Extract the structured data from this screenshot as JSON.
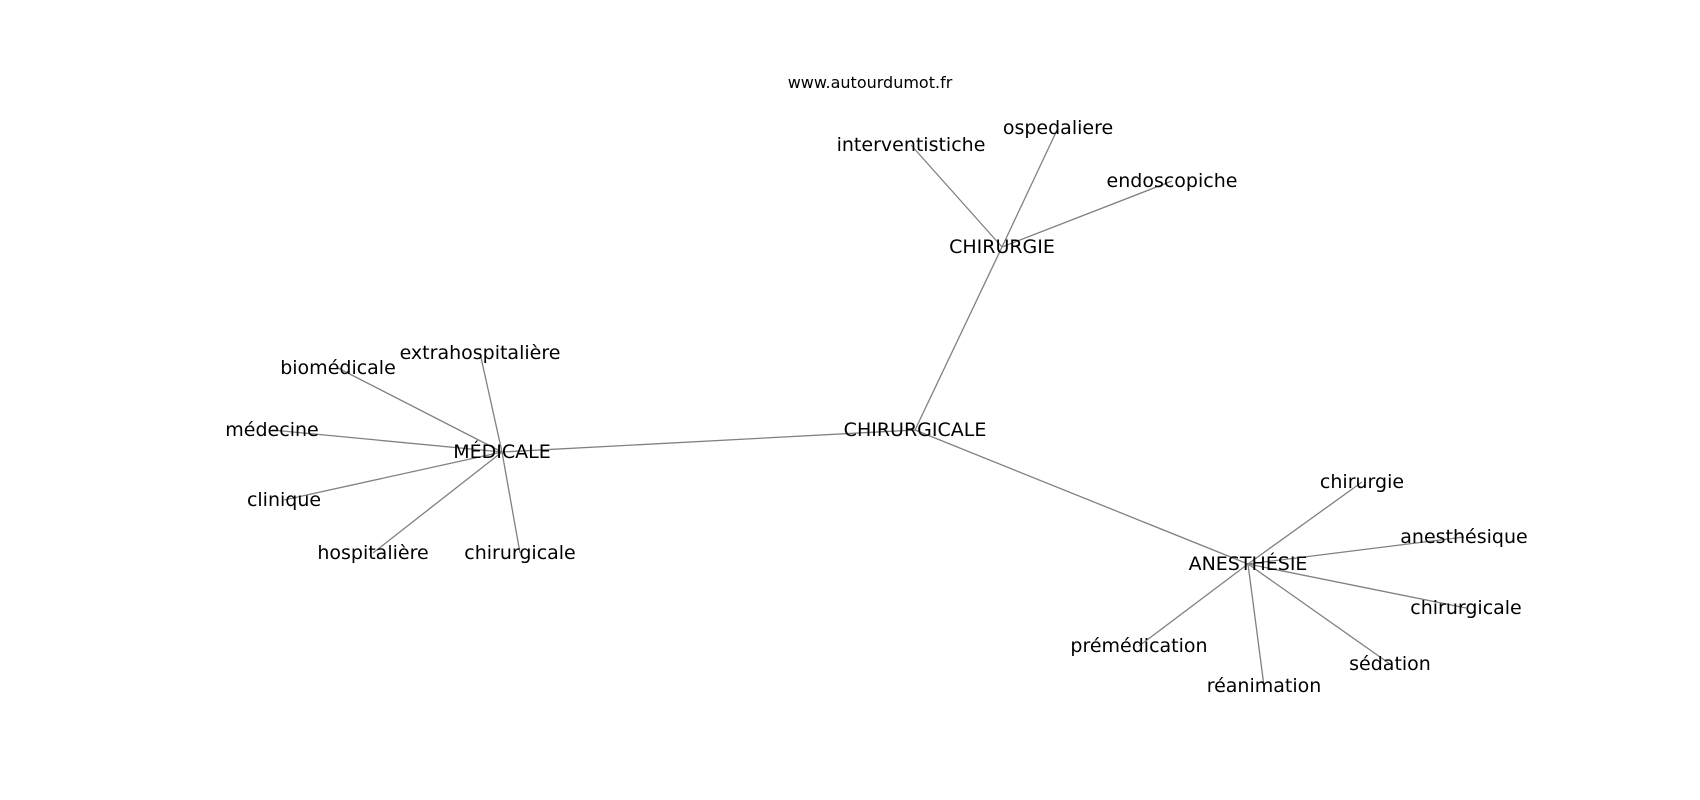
{
  "watermark": "www.autourdumot.fr",
  "colors": {
    "edge": "#808080",
    "text": "#000000",
    "background": "#ffffff"
  },
  "graph": {
    "nodes": [
      {
        "id": "n_chirurgicale_center",
        "label": "CHIRURGICALE"
      },
      {
        "id": "n_chirurgie",
        "label": "CHIRURGIE"
      },
      {
        "id": "n_medicale",
        "label": "MÉDICALE"
      },
      {
        "id": "n_anesthesie",
        "label": "ANESTHÉSIE"
      },
      {
        "id": "n_interventistiche",
        "label": "interventistiche"
      },
      {
        "id": "n_ospedaliere",
        "label": "ospedaliere"
      },
      {
        "id": "n_endoscopiche",
        "label": "endoscopiche"
      },
      {
        "id": "n_biomedicale",
        "label": "biomédicale"
      },
      {
        "id": "n_extrahospitaliere",
        "label": "extrahospitalière"
      },
      {
        "id": "n_medecine",
        "label": "médecine"
      },
      {
        "id": "n_clinique",
        "label": "clinique"
      },
      {
        "id": "n_hospitaliere",
        "label": "hospitalière"
      },
      {
        "id": "n_chirurgicale_med",
        "label": "chirurgicale"
      },
      {
        "id": "n_chirurgie_small",
        "label": "chirurgie"
      },
      {
        "id": "n_anesthesique",
        "label": "anesthésique"
      },
      {
        "id": "n_chirurgicale_anes",
        "label": "chirurgicale"
      },
      {
        "id": "n_sedation",
        "label": "sédation"
      },
      {
        "id": "n_reanimation",
        "label": "réanimation"
      },
      {
        "id": "n_premedication",
        "label": "prémédication"
      }
    ],
    "edges": [
      [
        "n_chirurgicale_center",
        "n_chirurgie"
      ],
      [
        "n_chirurgicale_center",
        "n_medicale"
      ],
      [
        "n_chirurgicale_center",
        "n_anesthesie"
      ],
      [
        "n_chirurgie",
        "n_interventistiche"
      ],
      [
        "n_chirurgie",
        "n_ospedaliere"
      ],
      [
        "n_chirurgie",
        "n_endoscopiche"
      ],
      [
        "n_medicale",
        "n_biomedicale"
      ],
      [
        "n_medicale",
        "n_extrahospitaliere"
      ],
      [
        "n_medicale",
        "n_medecine"
      ],
      [
        "n_medicale",
        "n_clinique"
      ],
      [
        "n_medicale",
        "n_hospitaliere"
      ],
      [
        "n_medicale",
        "n_chirurgicale_med"
      ],
      [
        "n_anesthesie",
        "n_chirurgie_small"
      ],
      [
        "n_anesthesie",
        "n_anesthesique"
      ],
      [
        "n_anesthesie",
        "n_chirurgicale_anes"
      ],
      [
        "n_anesthesie",
        "n_sedation"
      ],
      [
        "n_anesthesie",
        "n_reanimation"
      ],
      [
        "n_anesthesie",
        "n_premedication"
      ]
    ]
  }
}
